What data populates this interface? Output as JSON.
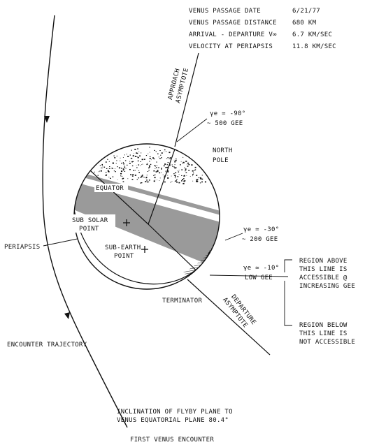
{
  "info_table": {
    "rows": [
      {
        "label": "VENUS PASSAGE DATE",
        "value": "6/21/77"
      },
      {
        "label": "VENUS PASSAGE DISTANCE",
        "value": "680 KM"
      },
      {
        "label": "ARRIVAL - DEPARTURE V∞",
        "value": "6.7 KM/SEC"
      },
      {
        "label": "VELOCITY AT PERIAPSIS",
        "value": "11.8 KM/SEC"
      }
    ]
  },
  "labels": {
    "approach_asymptote": [
      "APPROACH",
      "ASYMPTOTE"
    ],
    "gamma_minus_90": [
      "γe ≃ -90°",
      "~ 500 GEE"
    ],
    "north_pole": [
      "NORTH",
      "POLE"
    ],
    "equator": "EQUATOR",
    "sub_solar_point": [
      "SUB SOLAR",
      "POINT"
    ],
    "sub_earth_point": [
      "SUB-EARTH",
      "POINT"
    ],
    "periapsis": "PERIAPSIS",
    "gamma_minus_30": [
      "γe ≃ -30°",
      "~ 200 GEE"
    ],
    "gamma_minus_10": [
      "γe ≃ -10°",
      "LOW GEE"
    ],
    "region_above": [
      "REGION ABOVE",
      "THIS LINE IS",
      "ACCESSIBLE @",
      "INCREASING GEE"
    ],
    "region_below": [
      "REGION BELOW",
      "THIS LINE IS",
      "NOT ACCESSIBLE"
    ],
    "terminator": "TERMINATOR",
    "departure_asymptote": [
      "DEPARTURE",
      "ASYMPTOTE"
    ],
    "encounter_trajectory": "ENCOUNTER TRAJECTORY",
    "inclination_note": [
      "INCLINATION OF FLYBY PLANE TO",
      "VENUS EQUATORIAL PLANE 80.4°"
    ],
    "caption": "FIRST VENUS ENCOUNTER"
  }
}
